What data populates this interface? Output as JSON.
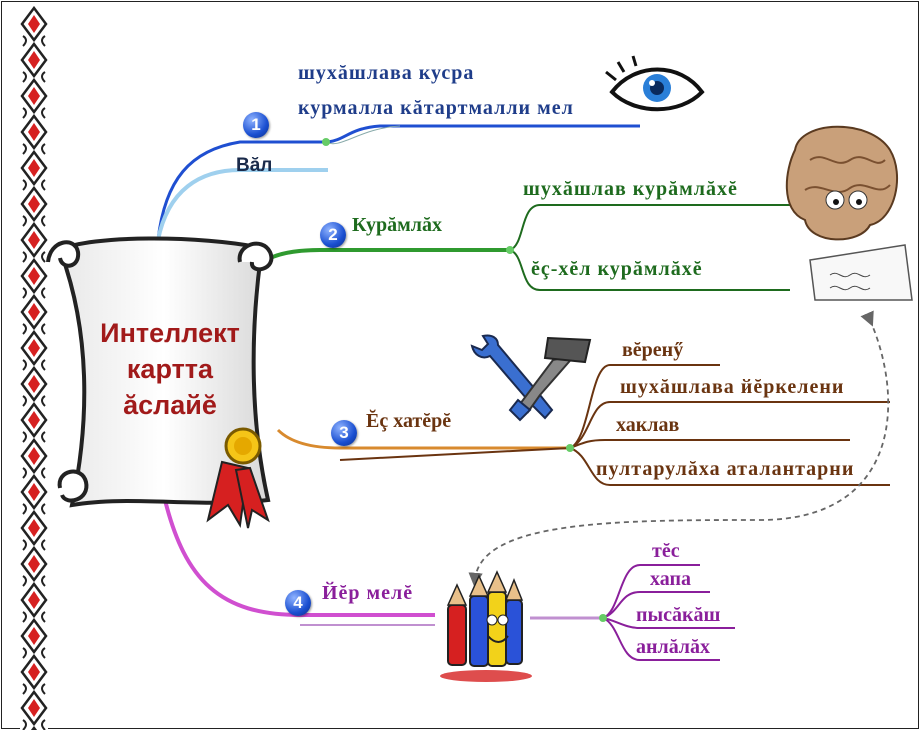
{
  "center": {
    "lines": [
      "Интеллект",
      "картта",
      "ăслайĕ"
    ]
  },
  "branches": [
    {
      "number": "1",
      "label": "Вăл",
      "color": "#1f4fd1",
      "leaves": [
        "шухăшлава кусра",
        "курмалла кăтартмалли мел"
      ],
      "icon": "eye-icon"
    },
    {
      "number": "2",
      "label": "Курăмлăх",
      "color": "#2f9a2f",
      "leaves": [
        "шухăшлав курăмлăхĕ",
        "ĕç-хĕл курăмлăхĕ"
      ],
      "icon": "brain-icon"
    },
    {
      "number": "3",
      "label": "Ĕç хатĕрĕ",
      "color": "#b86a1e",
      "leaves": [
        "вĕренӳ",
        "шухăшлава йĕркелени",
        "хаклав",
        "пултарулăха аталантарни"
      ],
      "icon": "tools-icon"
    },
    {
      "number": "4",
      "label": "Йĕр мелĕ",
      "color": "#c83fc8",
      "leaves": [
        "тĕс",
        "хапа",
        "пысăкăш",
        "анлăлăх"
      ],
      "icon": "pencils-icon"
    }
  ]
}
